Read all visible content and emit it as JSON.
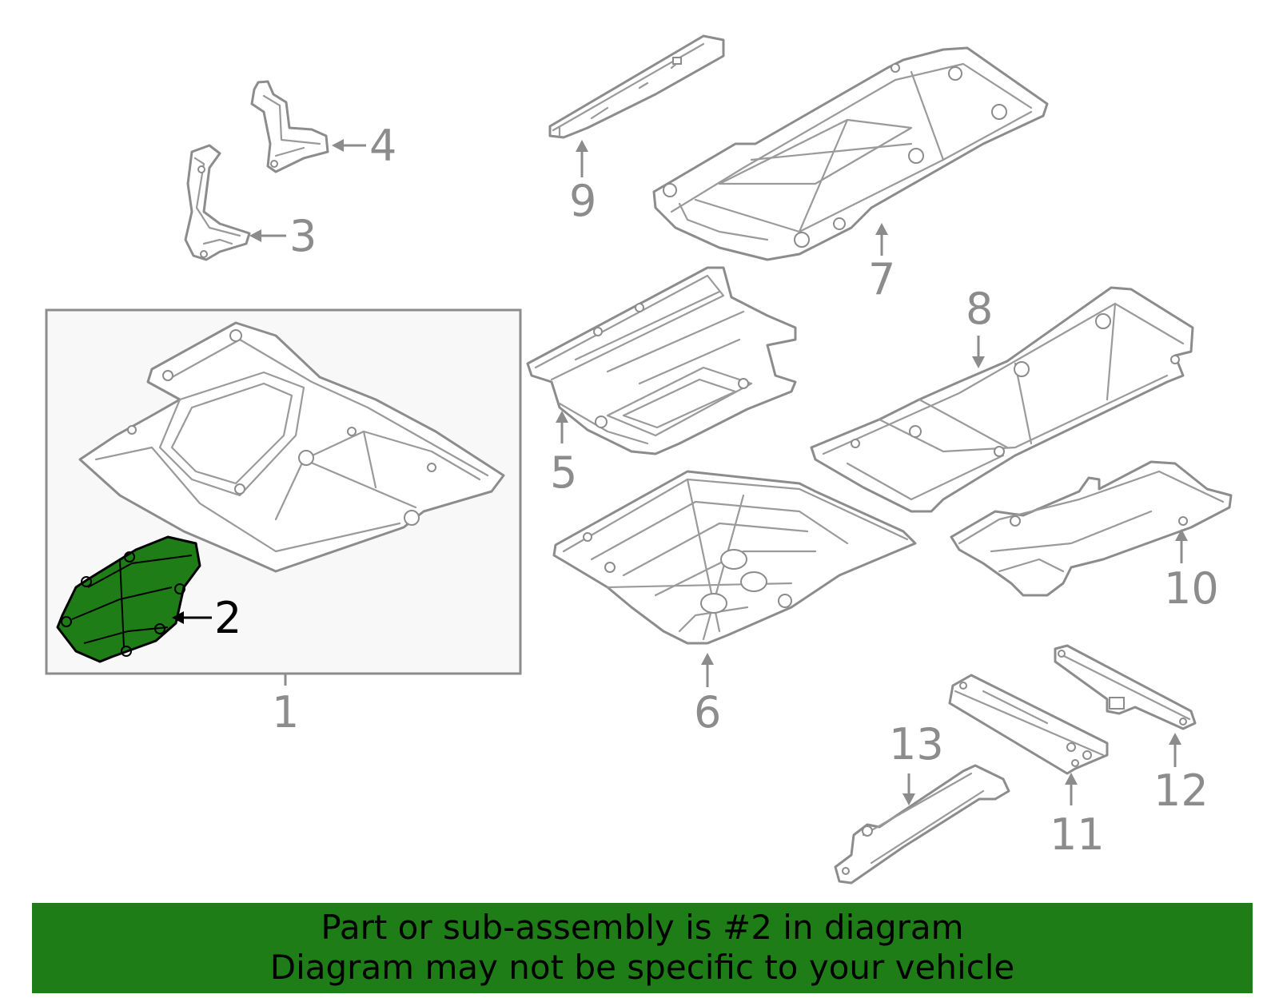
{
  "callouts": {
    "c1": "1",
    "c2": "2",
    "c3": "3",
    "c4": "4",
    "c5": "5",
    "c6": "6",
    "c7": "7",
    "c8": "8",
    "c9": "9",
    "c10": "10",
    "c11": "11",
    "c12": "12",
    "c13": "13"
  },
  "highlighted_part": "2",
  "colors": {
    "highlight": "#1e7d16",
    "line": "#8c8c8c",
    "inset_bg": "#f8f8f8"
  },
  "banner": {
    "line1": "Part or sub-assembly is #2 in diagram",
    "line2": "Diagram may not be specific to your vehicle"
  }
}
